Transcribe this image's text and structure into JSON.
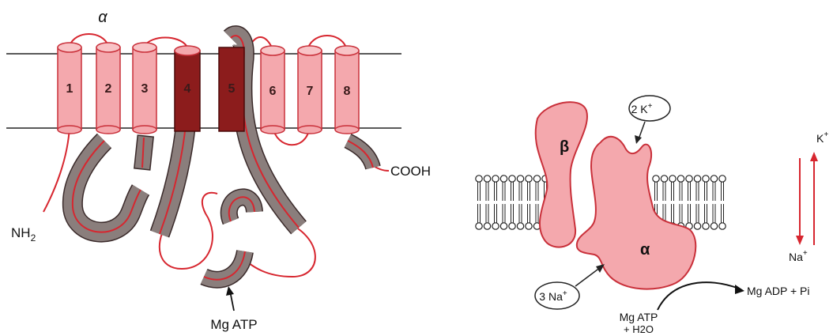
{
  "left": {
    "subunit_label": "α",
    "helices": [
      "1",
      "2",
      "3",
      "4",
      "5",
      "6",
      "7",
      "8"
    ],
    "nh2_label": "NH",
    "nh2_sub": "2",
    "cooh_label": "COOH",
    "mgatp_label": "Mg ATP"
  },
  "right": {
    "beta_label": "β",
    "alpha_label": "α",
    "k_bubble": "2 K",
    "k_sup": "+",
    "na_bubble": "3 Na",
    "na_sup": "+",
    "products_label": "Mg ADP + Pi",
    "substrate_line1": "Mg ATP",
    "substrate_line2": "+ H2O",
    "gradient_top": "K",
    "gradient_top_sup": "+",
    "gradient_bottom": "Na",
    "gradient_bottom_sup": "+"
  },
  "colors": {
    "pink": "#f4a8ad",
    "pink_stroke": "#c9303a",
    "dark_helix": "#8c1c1c",
    "gray_segment": "#8a7e7c",
    "red_line": "#d7262f",
    "membrane_line": "#222222"
  }
}
